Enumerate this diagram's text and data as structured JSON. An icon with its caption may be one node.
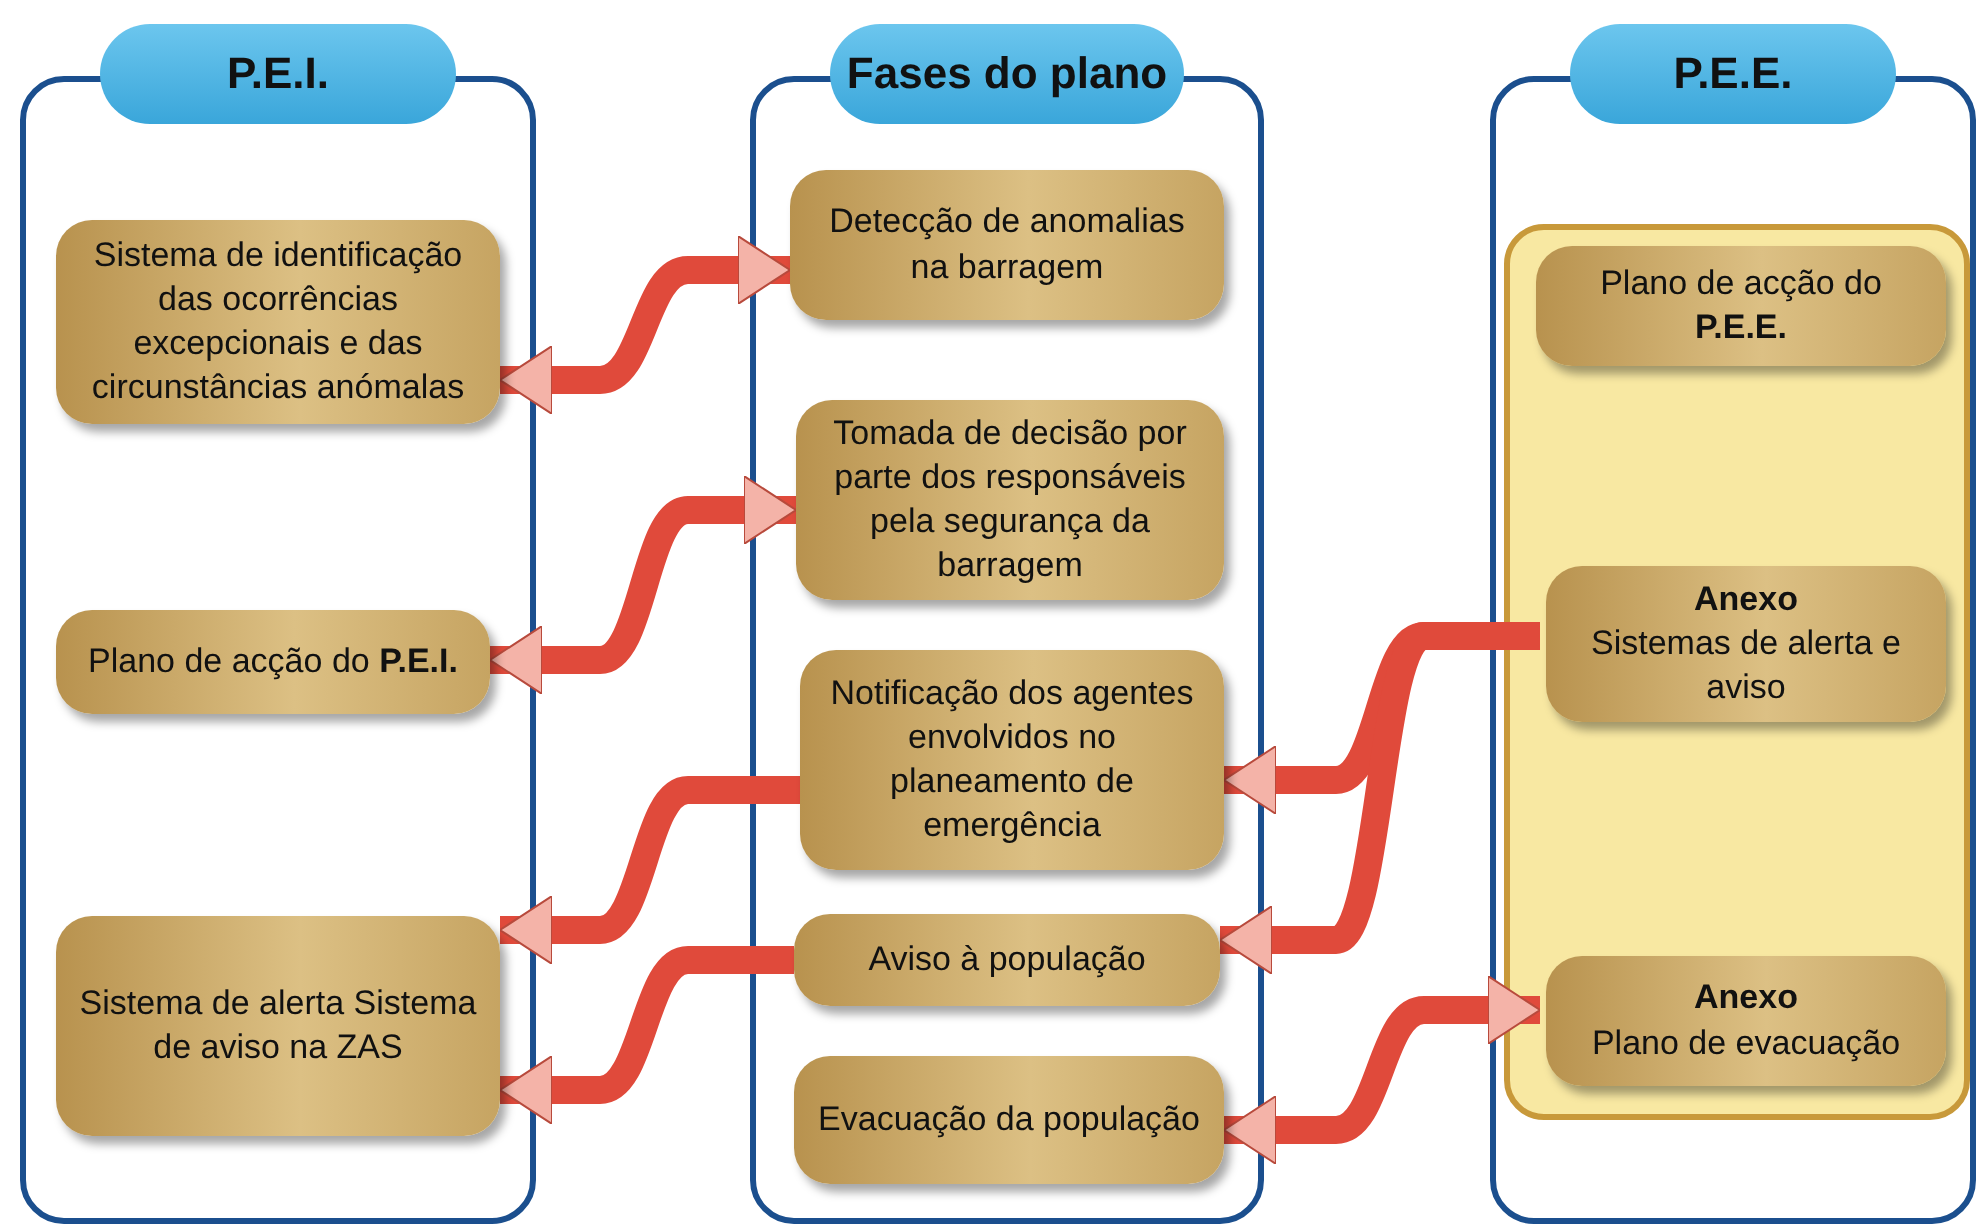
{
  "diagram": {
    "nodes": [
      {
        "text": [
          "P.E.I."
        ]
      },
      {
        "text": [
          "Sistema de identificação das ocorrências excepcionais e das circunstâncias anómalas"
        ],
        "in": 0
      },
      {
        "text": [
          "Plano de acção do **P.E.I.**"
        ],
        "in": 0
      },
      {
        "text": [
          "Sistema de alerta Sistema de aviso na ZAS"
        ],
        "in": 0
      },
      {
        "text": [
          "Fases do plano"
        ]
      },
      {
        "text": [
          "Detecção de anomalias na barragem"
        ],
        "in": 4
      },
      {
        "text": [
          "Tomada de decisão por parte dos responsáveis pela segurança da barragem"
        ],
        "in": 4
      },
      {
        "text": [
          "Notificação dos agentes envolvidos no planeamento de emergência"
        ],
        "in": 4
      },
      {
        "text": [
          "Aviso à população"
        ],
        "in": 4
      },
      {
        "text": [
          "Evacuação da população"
        ],
        "in": 4
      },
      {
        "text": [
          "P.E.E."
        ]
      },
      {
        "text": [],
        "shape": "box",
        "in": 10
      },
      {
        "text": [
          "Plano de acção do **P.E.E.**"
        ],
        "in": 11
      },
      {
        "text": [
          "Anexo",
          "Sistemas de alerta e aviso"
        ],
        "in": 11
      },
      {
        "text": [
          "Anexo",
          "Plano de evacuação"
        ],
        "in": 11
      }
    ],
    "edges": [
      {
        "from": 1,
        "to": 5,
        "arrow": "both"
      },
      {
        "from": 2,
        "to": 6,
        "arrow": "both"
      },
      {
        "from": 7,
        "to": 3,
        "arrow": "to"
      },
      {
        "from": 8,
        "to": 3,
        "arrow": "to"
      },
      {
        "from": 13,
        "to": 7,
        "arrow": "to"
      },
      {
        "from": 13,
        "to": 8,
        "arrow": "to"
      },
      {
        "from": 9,
        "to": 14,
        "arrow": "both"
      }
    ]
  }
}
